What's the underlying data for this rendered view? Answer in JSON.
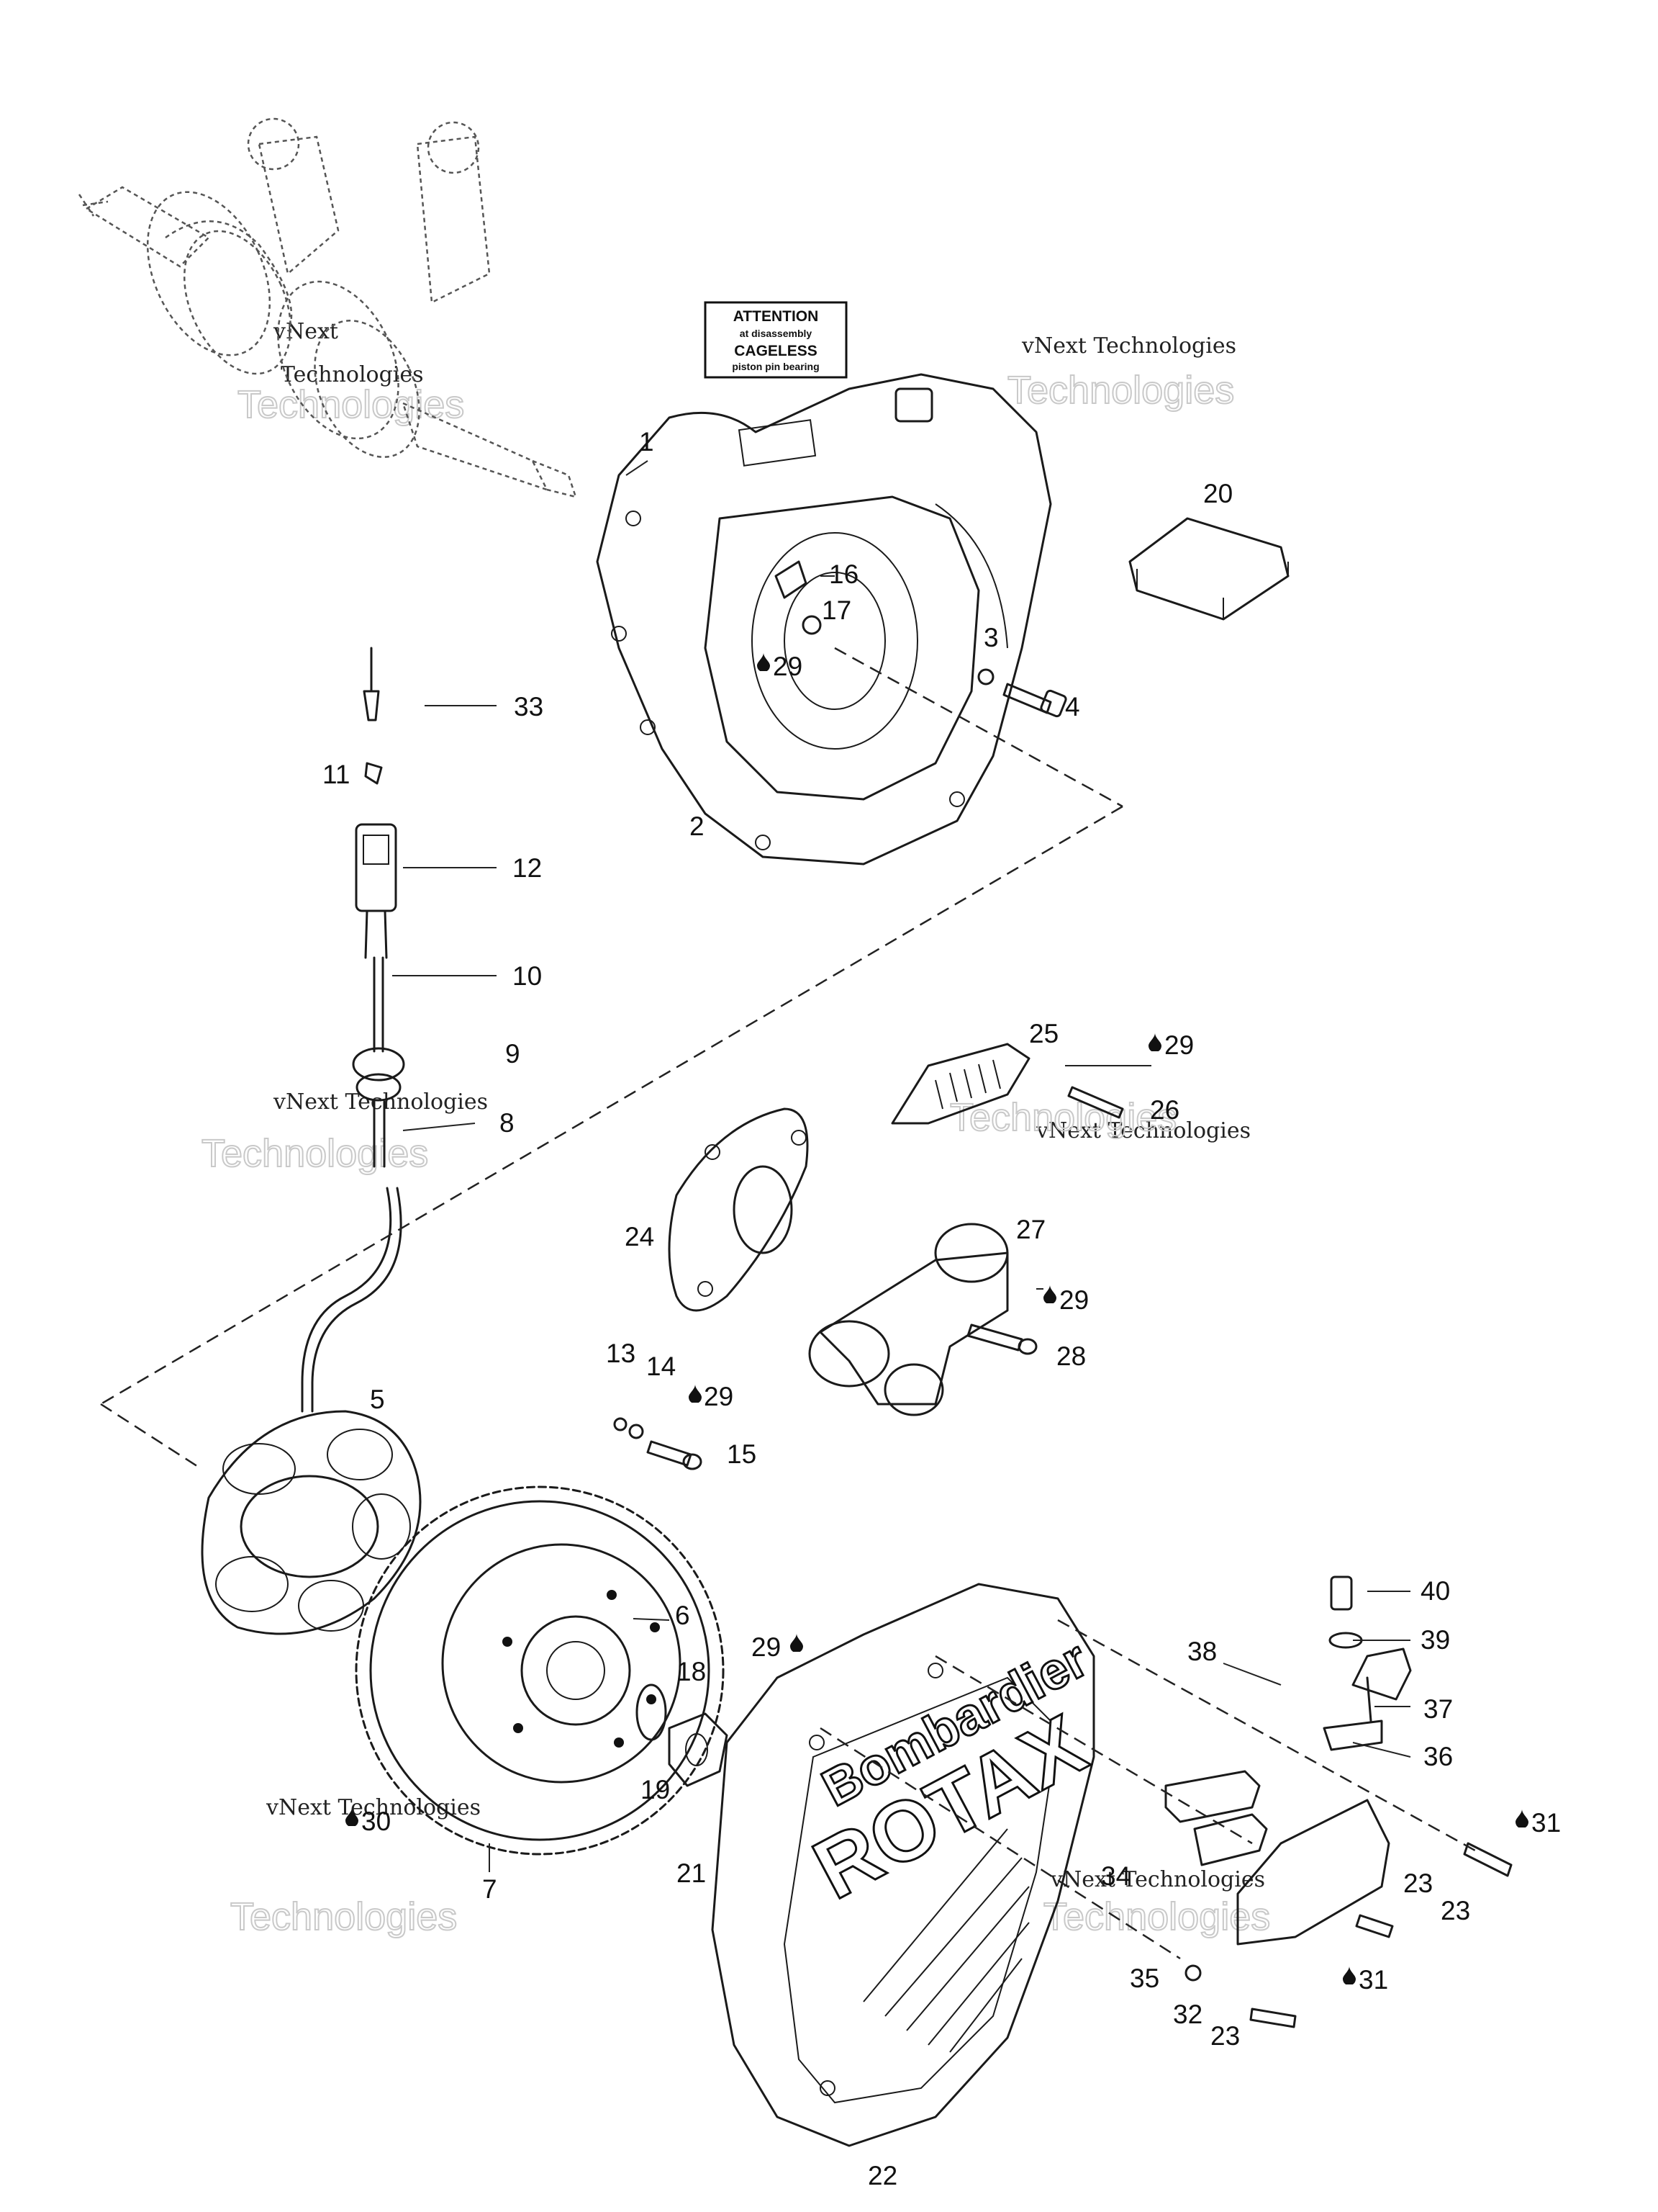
{
  "diagram": {
    "warning_sign": {
      "line1": "ATTENTION",
      "line2": "at disassembly",
      "line3": "CAGELESS",
      "line4": "piston pin bearing"
    },
    "brand": {
      "line1": "Bombardier",
      "line2": "ROTAX"
    },
    "watermark": {
      "line1": "vNext",
      "line2": "Technologies",
      "full": "vNext Technologies"
    },
    "callouts": {
      "c1": "1",
      "c2": "2",
      "c3": "3",
      "c4": "4",
      "c5": "5",
      "c6": "6",
      "c7": "7",
      "c8": "8",
      "c9": "9",
      "c10": "10",
      "c11": "11",
      "c12": "12",
      "c13": "13",
      "c14": "14",
      "c15": "15",
      "c16": "16",
      "c17": "17",
      "c18": "18",
      "c19": "19",
      "c20": "20",
      "c21": "21",
      "c22": "22",
      "c23a": "23",
      "c23b": "23",
      "c23c": "23",
      "c24": "24",
      "c25": "25",
      "c26": "26",
      "c27": "27",
      "c28": "28",
      "c29a": "29",
      "c29b": "29",
      "c29c": "29",
      "c29d": "29",
      "c29e": "29",
      "c30": "30",
      "c31a": "31",
      "c31b": "31",
      "c32": "32",
      "c33": "33",
      "c34": "34",
      "c35": "35",
      "c36": "36",
      "c37": "37",
      "c38": "38",
      "c39": "39",
      "c40": "40"
    }
  }
}
